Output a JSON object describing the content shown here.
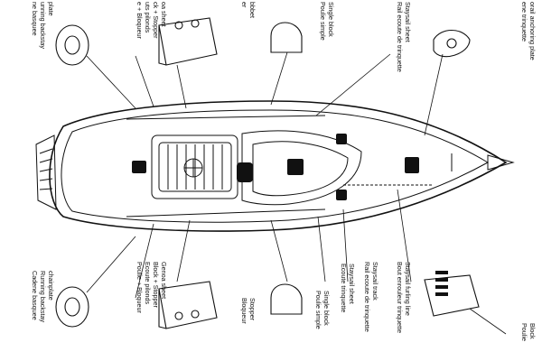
{
  "labels": {
    "top_left_1": [
      "ne basquee",
      "unning backstay",
      "plate"
    ],
    "top_left_2": [
      "e + Bloqueur",
      "uts pilonds",
      "ck + Stopper",
      "oa sheet"
    ],
    "top_mid_1": [
      "er",
      "bbbet"
    ],
    "top_mid_2": [
      "Poulie simple",
      "Single block"
    ],
    "top_mid_3": [
      "Rail ecoute de trinquette",
      "Staysail sheet"
    ],
    "top_right": [
      "ene trinquette",
      "orail anchoring plate"
    ],
    "bot_left_1": [
      "Cadene basquee",
      "Running backstay",
      "chainplate"
    ],
    "bot_left_2": [
      "Poulie + Bloqueur",
      "Ecoute pilonds",
      "Block + Stopper",
      "Genoa sheet"
    ],
    "bot_mid_1": [
      "Bloqueur",
      "Stopper"
    ],
    "bot_mid_2": [
      "Poulie simple",
      "Single block"
    ],
    "bot_mid_3": [
      "Ecoute trinquette",
      "Staysail sheet"
    ],
    "bot_mid_4": [
      "Rail ecoute de trinquette",
      "Staysail track"
    ],
    "bot_mid_5": [
      "Bout enrouleur trinquette",
      "Staysail furling line"
    ],
    "bot_right": [
      "Poulie",
      "Block"
    ]
  },
  "colors": {
    "ink": "#111111",
    "paper": "#ffffff"
  }
}
